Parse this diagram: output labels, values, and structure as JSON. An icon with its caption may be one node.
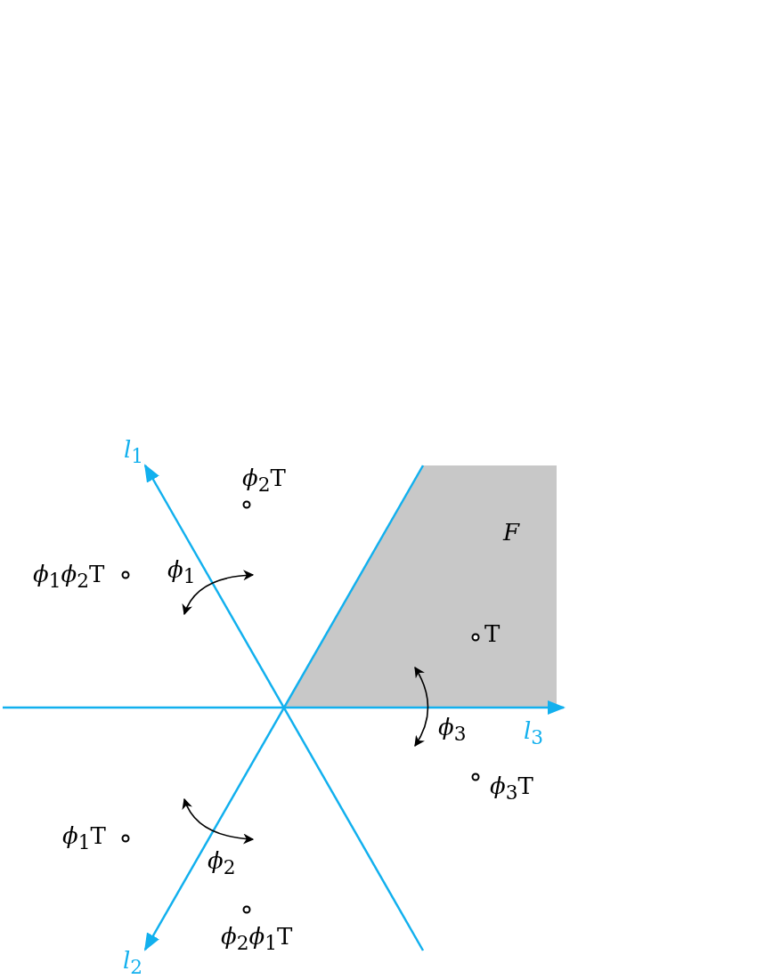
{
  "diagram": {
    "nodes": [
      {
        "text": [
          "*F*"
        ]
      }
    ],
    "labels": [
      "*l*$_{1}$",
      "*ϕ*$_{2}$T",
      "*ϕ*$_{1}$*ϕ*$_{2}$T",
      "*ϕ*$_{1}$",
      "T",
      "*l*$_{3}$",
      "*ϕ*$_{3}$",
      "*ϕ*$_{3}$T",
      "*ϕ*$_{1}$T",
      "*ϕ*$_{2}$",
      "*ϕ*$_{2}$*ϕ*$_{1}$T",
      "*l*$_{2}$"
    ]
  }
}
